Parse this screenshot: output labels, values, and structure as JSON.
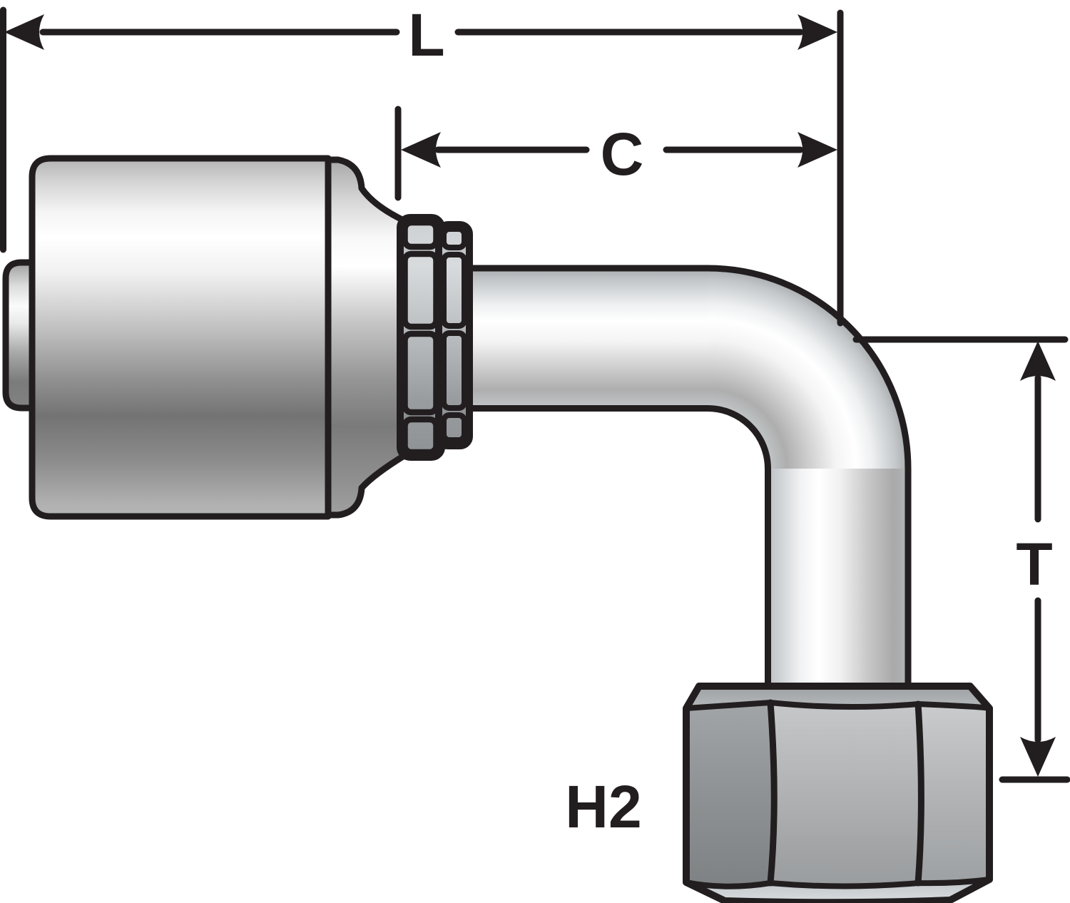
{
  "diagram": {
    "type": "technical-fitting-drawing",
    "subject": "90-degree female elbow hose coupling, side view with dimension callouts",
    "labels": {
      "overall_length": "L",
      "cutoff_length": "C",
      "drop_height": "T",
      "hex_size": "H2"
    },
    "colors": {
      "ink": "#221e1f",
      "background": "#ffffff",
      "metal_light": "#ffffff",
      "metal_mid": "#b5b8ba",
      "metal_dark": "#737373"
    }
  }
}
